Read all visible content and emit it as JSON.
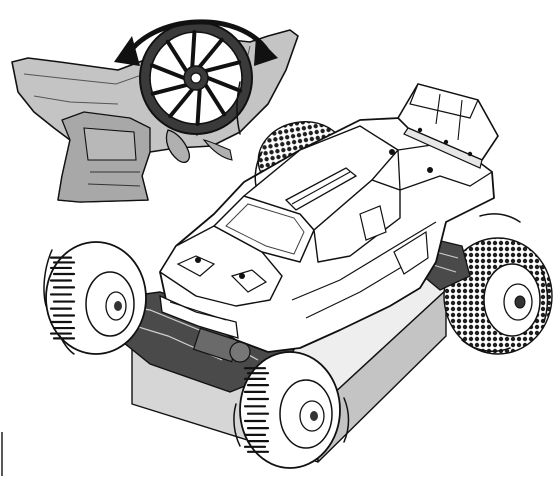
{
  "figure": {
    "kind": "technical-illustration",
    "subjects": [
      "transmitter-steering-wheel",
      "rc-truggy-on-stand"
    ]
  },
  "icons": {
    "rotation_arrow": "double-headed-curved-arrow-icon",
    "motion_marks": "motion-lines-icon"
  },
  "colors": {
    "outline": "#111111",
    "line_art_fill": "#ffffff",
    "transmitter_body": "#c4c4c4",
    "transmitter_shade": "#9a9a9a",
    "steering_wheel": "#3a3a3a",
    "tire_tread": "#2a2a2a",
    "stand_block": "#d6d6d6",
    "stand_top": "#eeeeee",
    "chassis": "#4a4a4a"
  }
}
